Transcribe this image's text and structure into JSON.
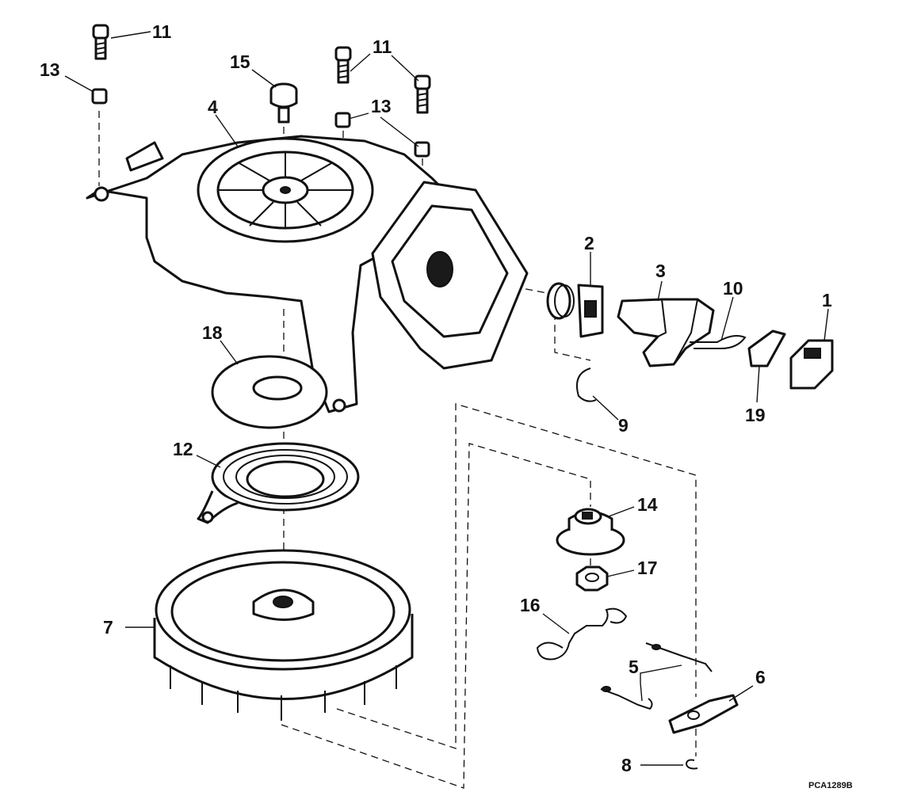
{
  "callouts": {
    "c1": "1",
    "c2": "2",
    "c3": "3",
    "c4": "4",
    "c5": "5",
    "c6": "6",
    "c7": "7",
    "c8": "8",
    "c9": "9",
    "c10": "10",
    "c11a": "11",
    "c11b": "11",
    "c12": "12",
    "c13a": "13",
    "c13b": "13",
    "c14": "14",
    "c15": "15",
    "c16": "16",
    "c17": "17",
    "c18": "18",
    "c19": "19"
  },
  "figure_code": "PCA1289B",
  "colors": {
    "line": "#111111",
    "background": "#ffffff"
  }
}
